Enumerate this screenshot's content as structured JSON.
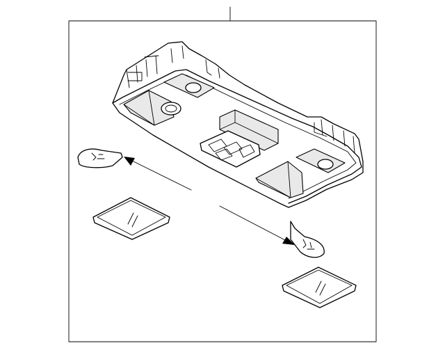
{
  "diagram": {
    "callouts": [],
    "colors": {
      "line": "#000000",
      "background": "#ffffff",
      "shade": "#e9e9e9"
    },
    "parts": [
      "overhead-console",
      "bulb-left",
      "bulb-right",
      "lens-left",
      "lens-right"
    ]
  }
}
